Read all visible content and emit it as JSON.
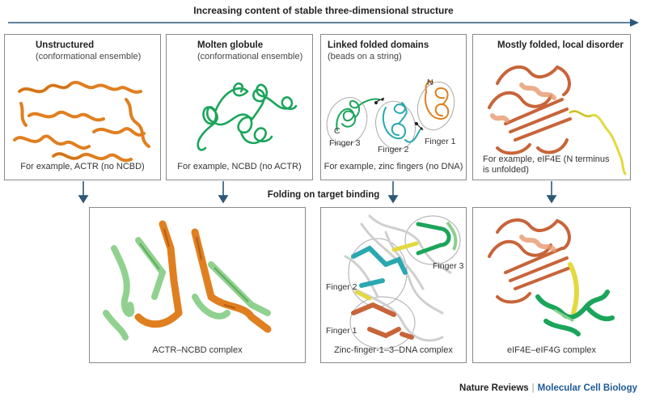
{
  "header": {
    "title": "Increasing content of stable three-dimensional structure"
  },
  "panels_top": [
    {
      "title": "Unstructured",
      "subtitle": "(conformational ensemble)",
      "caption": "For example, ACTR (no NCBD)"
    },
    {
      "title": "Molten globule",
      "subtitle": "(conformational ensemble)",
      "caption": "For example, NCBD (no ACTR)"
    },
    {
      "title": "Linked folded domains",
      "subtitle": "(beads on a string)",
      "caption": "For example, zinc fingers (no DNA)",
      "labels": {
        "finger1": "Finger 1",
        "finger2": "Finger 2",
        "finger3": "Finger 3",
        "n_term": "N",
        "c_term": "C"
      }
    },
    {
      "title": "Mostly folded, local disorder",
      "caption_line1": "For example, eIF4E (N terminus",
      "caption_line2": "is unfolded)"
    }
  ],
  "middle": {
    "label": "Folding on target binding"
  },
  "panels_bottom": [
    {
      "caption": "ACTR–NCBD complex"
    },
    {
      "caption": "Zinc-finger-1–3–DNA complex",
      "labels": {
        "finger1": "Finger 1",
        "finger2": "Finger 2",
        "finger3": "Finger 3"
      }
    },
    {
      "caption": "eIF4E–eIF4G complex"
    }
  ],
  "footer": {
    "journal": "Nature Reviews",
    "separator": "|",
    "section": "Molecular Cell Biology"
  },
  "colors": {
    "arrow": "#2d5878",
    "orange": "#e07f20",
    "green": "#1aa55a",
    "teal": "#2aa8b0",
    "rust": "#c8643a",
    "yellow": "#e3d940",
    "light_green": "#8ccf8a",
    "grey": "#bdbdbd"
  }
}
